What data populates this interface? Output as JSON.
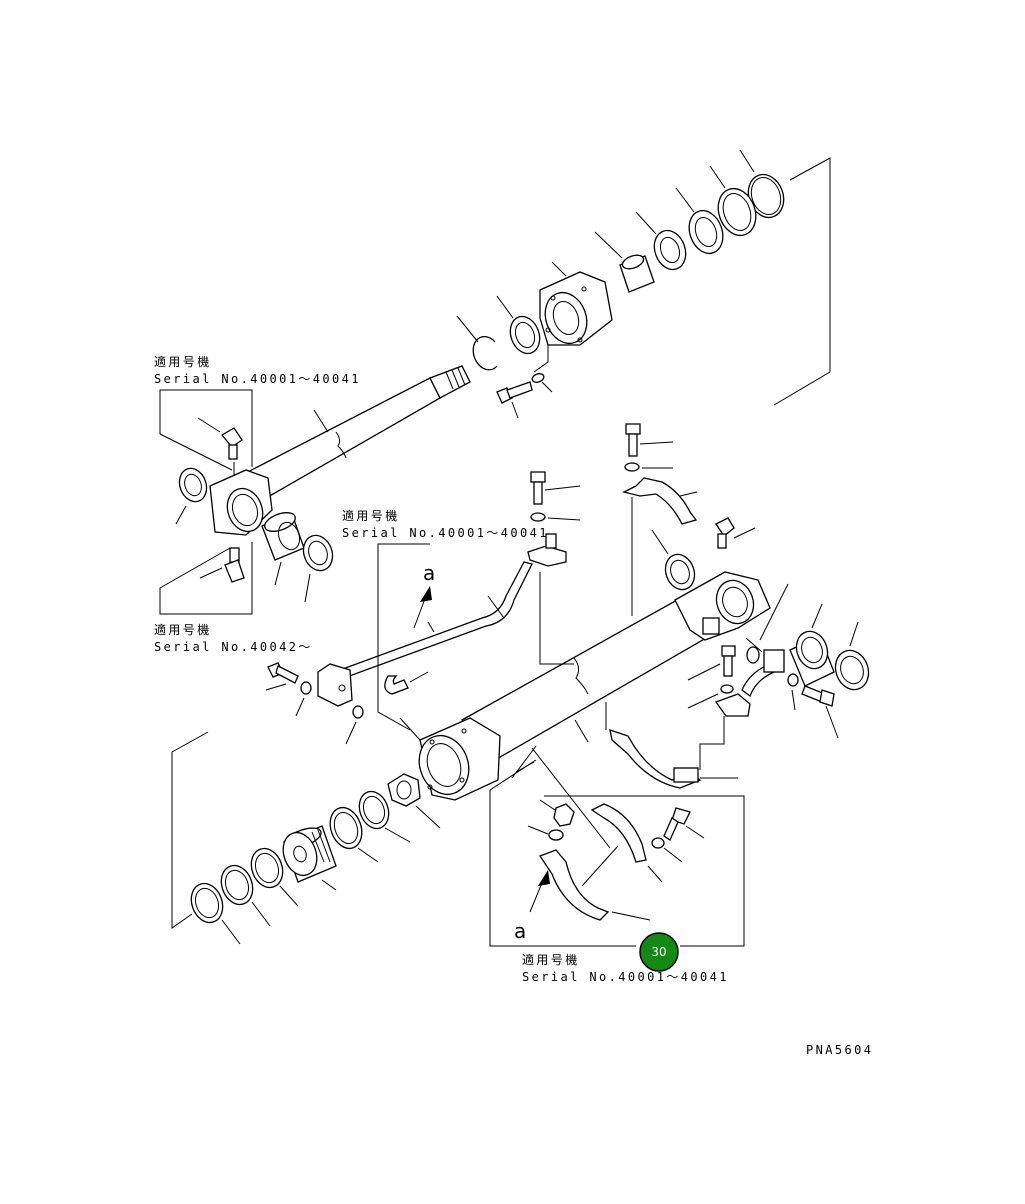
{
  "labels": {
    "applicable_1": "適用号機",
    "serial_1": "Serial No.40001～40041",
    "applicable_2": "適用号機",
    "serial_2": "Serial No.40001～40041",
    "applicable_3": "適用号機",
    "serial_3": "Serial No.40042～",
    "applicable_4": "適用号機",
    "serial_4": "Serial No.40001～40041"
  },
  "detail_refs": {
    "a_upper": "a",
    "a_lower": "a"
  },
  "callout": {
    "number": "30",
    "color": "#138a13"
  },
  "drawing_code": "PNA5604"
}
